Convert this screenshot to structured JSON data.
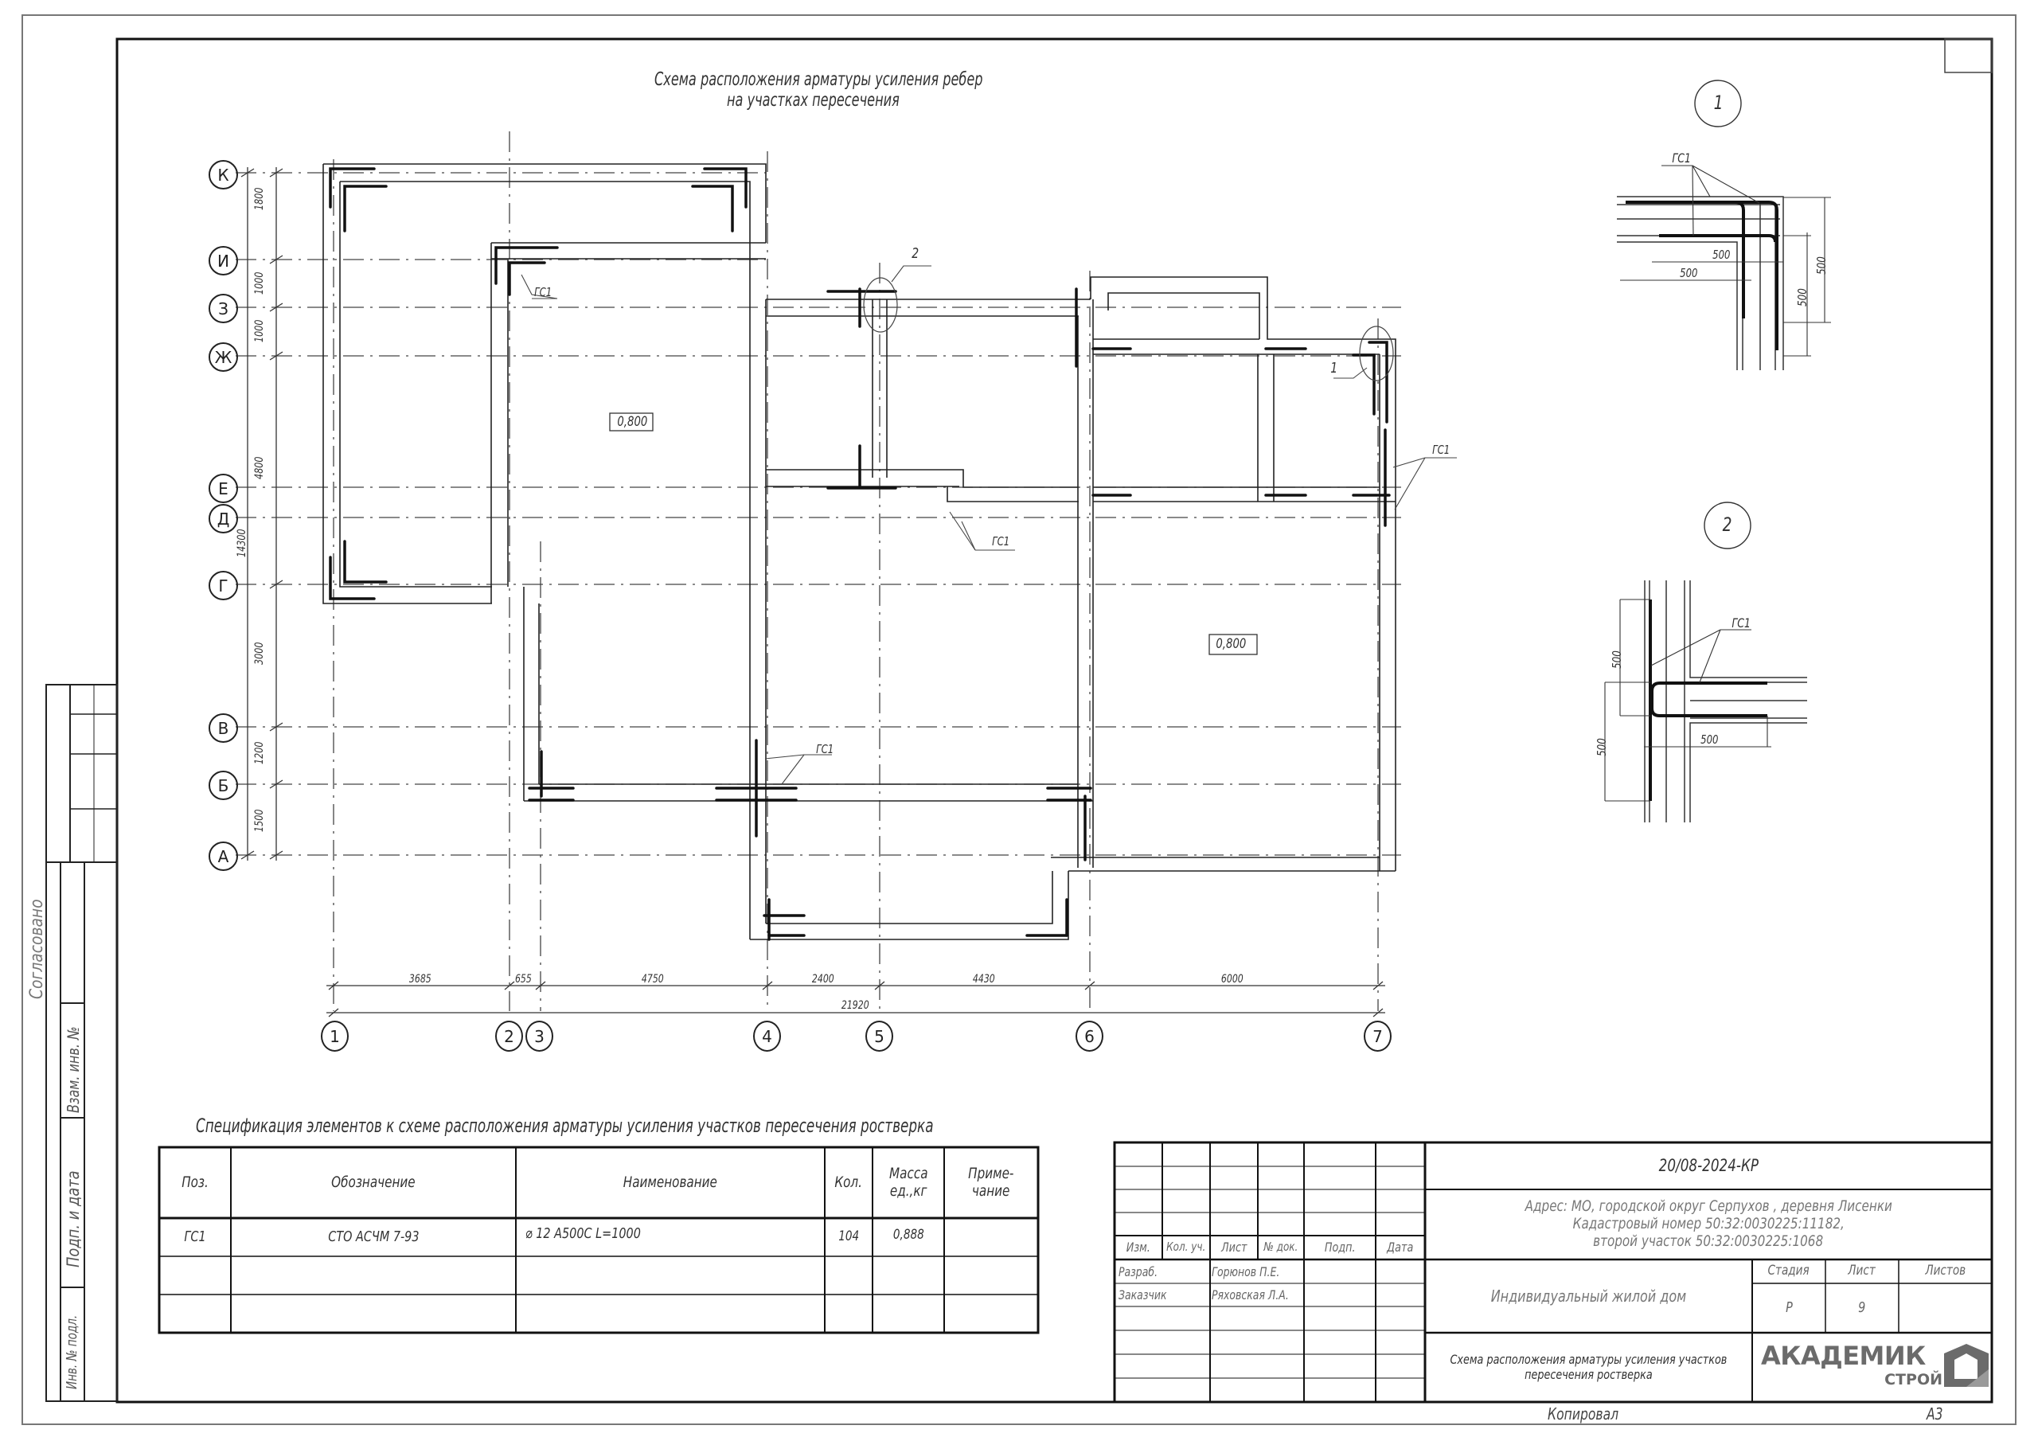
{
  "drawing": {
    "title_line1": "Схема расположения арматуры усиления ребер",
    "title_line2": "на участках пересечения",
    "elevation_labels": [
      "0,800",
      "0,800"
    ],
    "callouts": {
      "node1": "1",
      "node2": "2",
      "rebar": "ГС1"
    }
  },
  "grid": {
    "rows": [
      {
        "label": "К"
      },
      {
        "label": "И"
      },
      {
        "label": "З"
      },
      {
        "label": "Ж"
      },
      {
        "label": "Е"
      },
      {
        "label": "Д"
      },
      {
        "label": "Г"
      },
      {
        "label": "В"
      },
      {
        "label": "Б"
      },
      {
        "label": "А"
      }
    ],
    "row_dims": [
      "1800",
      "1000",
      "1000",
      "4800",
      "3000",
      "1200",
      "1500"
    ],
    "row_total": "14300",
    "cols": [
      {
        "label": "1"
      },
      {
        "label": "2"
      },
      {
        "label": "3"
      },
      {
        "label": "4"
      },
      {
        "label": "5"
      },
      {
        "label": "6"
      },
      {
        "label": "7"
      }
    ],
    "col_dims": [
      "3685",
      "655",
      "4750",
      "2400",
      "4430",
      "6000"
    ],
    "col_total": "21920"
  },
  "details": {
    "detail1": {
      "number": "1",
      "rebar_label": "ГС1",
      "dims": [
        "500",
        "500",
        "500",
        "500"
      ]
    },
    "detail2": {
      "number": "2",
      "rebar_label": "ГС1",
      "dims": [
        "500",
        "500",
        "500"
      ]
    }
  },
  "spec": {
    "title": "Спецификация элементов к схеме расположения арматуры усиления  участков пересечения ростверка",
    "headers": {
      "pos": "Поз.",
      "designation": "Обозначение",
      "name": "Наименование",
      "qty": "Кол.",
      "mass_line1": "Масса",
      "mass_line2": "ед.,кг",
      "note_line1": "Приме-",
      "note_line2": "чание"
    },
    "rows": [
      {
        "pos": "ГС1",
        "designation": "СТО АСЧМ 7-93",
        "name": "⌀ 12 А500С  L=1000",
        "qty": "104",
        "mass": "0,888",
        "note": ""
      }
    ]
  },
  "side_stamp": {
    "agreed": "Согласовано",
    "vzam": "Взам. инв. №",
    "podp_data": "Подп. и дата",
    "inv_podl": "Инв. № подл."
  },
  "title_block": {
    "code": "20/08-2024-КР",
    "address_line1": "Адрес: МО, городской округ Серпухов , деревня Лисенки",
    "address_line2": "Кадастровый номер 50:32:0030225:11182,",
    "address_line3": "второй участок 50:32:0030225:1068",
    "columns": {
      "izm": "Изм.",
      "kol_uch": "Кол. уч.",
      "list": "Лист",
      "n_dok": "№ док.",
      "podp": "Подп.",
      "data": "Дата"
    },
    "roles": [
      {
        "role": "Разраб.",
        "name": "Горюнов П.Е."
      },
      {
        "role": "Заказчик",
        "name": "Ряховская Л.А."
      }
    ],
    "object_name": "Индивидуальный жилой дом",
    "stage_header": "Стадия",
    "sheet_header": "Лист",
    "sheets_header": "Листов",
    "stage": "Р",
    "sheet": "9",
    "sheets": "",
    "sheet_title_line1": "Схема расположения арматуры усиления участков",
    "sheet_title_line2": "пересечения ростверка",
    "logo_main": "АКАДЕМИК",
    "logo_sub": "СТРОЙ",
    "copied": "Копировал",
    "format": "А3"
  },
  "colors": {
    "line": "#222222",
    "thin": "#555555",
    "text": "#333333",
    "logo": "#6b6b6b"
  }
}
